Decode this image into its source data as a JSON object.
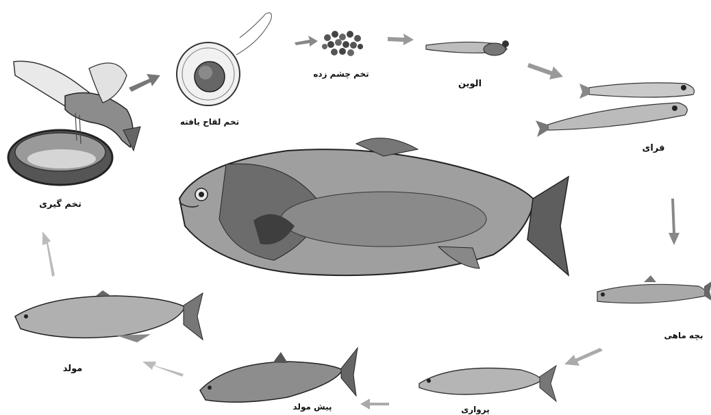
{
  "stages": [
    {
      "id": "stripping",
      "label": "تخم گیری"
    },
    {
      "id": "fertilized-egg",
      "label": "تخم لقاح یافته"
    },
    {
      "id": "eyed-egg",
      "label": "تخم چشم زده"
    },
    {
      "id": "alevin",
      "label": "الوین"
    },
    {
      "id": "fry",
      "label": "فرای"
    },
    {
      "id": "fingerling",
      "label": "بچه ماهی"
    },
    {
      "id": "grow-out",
      "label": "پرواری"
    },
    {
      "id": "pre-broodstock",
      "label": "پیش مولد"
    },
    {
      "id": "broodstock",
      "label": "مولد"
    }
  ],
  "colors": {
    "ink": "#222222",
    "shade": "#7a7a7a",
    "light": "#c8c8c8",
    "paper": "#ffffff"
  }
}
